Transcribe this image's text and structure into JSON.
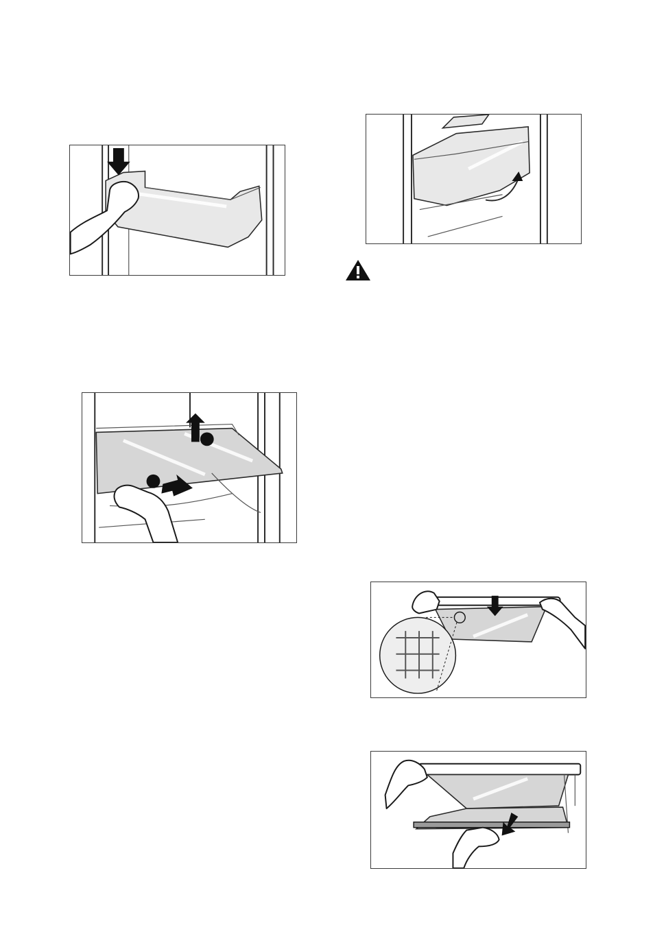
{
  "figures": [
    {
      "name": "door-balcony-removal-figure",
      "icon": "hand-pressing-door-balcony"
    },
    {
      "name": "drawer-tilt-figure",
      "icon": "drawer-lift-arrow"
    },
    {
      "name": "glass-shelf-removal-figure",
      "icon": "shelf-lift-and-pull-arrows"
    },
    {
      "name": "shelf-insert-figure",
      "icon": "shelf-lowering-with-grid-detail"
    },
    {
      "name": "shelf-pull-out-figure",
      "icon": "shelf-pull-forward-arrow"
    }
  ],
  "warning": {
    "icon": "warning-triangle-icon"
  }
}
